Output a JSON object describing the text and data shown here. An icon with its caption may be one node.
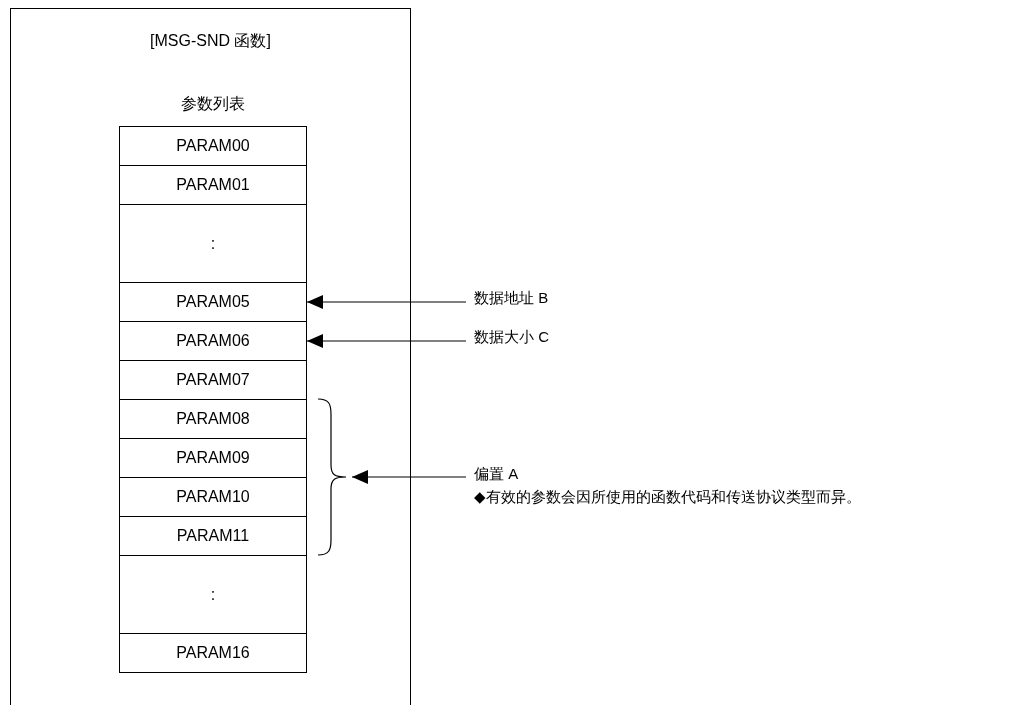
{
  "diagram": {
    "nodes": [
      {
        "text": [
          "[MSG-SND 函数]"
        ]
      },
      {
        "text": [
          "参数列表"
        ],
        "in": 0
      },
      {
        "text": [
          "PARAM00"
        ],
        "in": 1
      },
      {
        "text": [
          "PARAM01"
        ],
        "in": 1
      },
      {
        "text": [
          ":"
        ],
        "in": 1
      },
      {
        "text": [
          "PARAM05"
        ],
        "in": 1
      },
      {
        "text": [
          "PARAM06"
        ],
        "in": 1
      },
      {
        "text": [
          "PARAM07"
        ],
        "in": 1
      },
      {
        "text": [
          "PARAM08"
        ],
        "in": 1
      },
      {
        "text": [
          "PARAM09"
        ],
        "in": 1
      },
      {
        "text": [
          "PARAM10"
        ],
        "in": 1
      },
      {
        "text": [
          "PARAM11"
        ],
        "in": 1
      },
      {
        "text": [
          ":"
        ],
        "in": 1
      },
      {
        "text": [
          "PARAM16"
        ],
        "in": 1
      },
      {
        "text": [],
        "shape": "bracket",
        "in": 0
      },
      {
        "text": [
          "数据地址 B"
        ]
      },
      {
        "text": [
          "数据大小 C"
        ]
      },
      {
        "text": [
          "偏置 A"
        ]
      }
    ],
    "edges": [
      {
        "from": 15,
        "to": 5,
        "arrow": "to"
      },
      {
        "from": 16,
        "to": 6,
        "arrow": "to"
      },
      {
        "from": 17,
        "to": 14,
        "arrow": "to"
      }
    ],
    "labels": [
      "◆有效的参数会因所使用的函数代码和传送协议类型而异。"
    ]
  }
}
